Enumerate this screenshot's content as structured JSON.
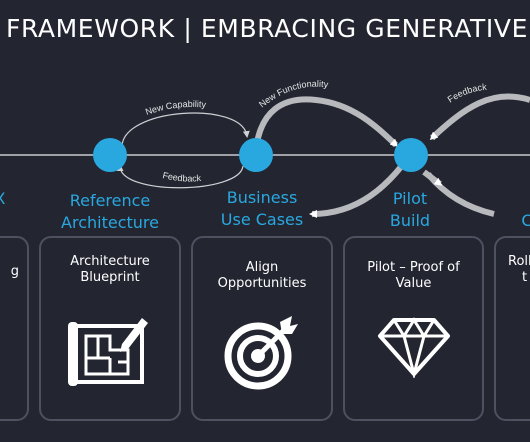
{
  "title": "FRAMEWORK | EMBRACING GENERATIVE",
  "colors": {
    "background": "#232631",
    "accent": "#29a8e0",
    "arrow": "#b8b9bd",
    "border": "#4d5160"
  },
  "arrows": {
    "new_capability": "New Capability",
    "feedback_left": "Feedback",
    "new_functionality": "New Functionality",
    "feedback_right": "Feedback"
  },
  "stages": [
    {
      "label_1": "X",
      "label_2": ""
    },
    {
      "label_1": "Reference",
      "label_2": "Architecture"
    },
    {
      "label_1": "Business",
      "label_2": "Use Cases"
    },
    {
      "label_1": "Pilot",
      "label_2": "Build"
    },
    {
      "label_1": "C",
      "label_2": ""
    }
  ],
  "cards": [
    {
      "line_1": "g",
      "line_2": "",
      "icon": "none"
    },
    {
      "line_1": "Architecture",
      "line_2": "Blueprint",
      "icon": "blueprint-icon"
    },
    {
      "line_1": "Align",
      "line_2": "Opportunities",
      "icon": "target-icon"
    },
    {
      "line_1": "Pilot – Proof of",
      "line_2": "Value",
      "icon": "diamond-icon"
    },
    {
      "line_1": "Roll",
      "line_2": "t",
      "icon": "none"
    }
  ]
}
